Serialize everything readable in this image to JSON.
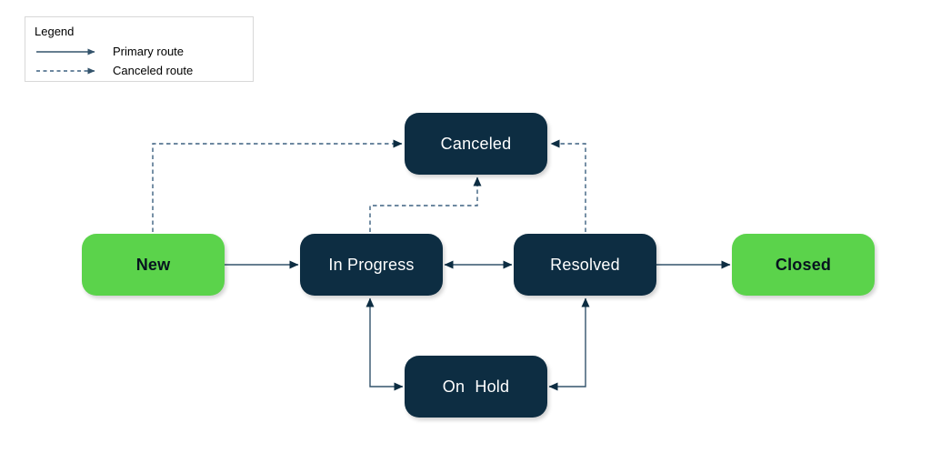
{
  "diagram": {
    "type": "state-flow",
    "legend": {
      "title": "Legend",
      "items": [
        {
          "label": "Primary route",
          "line_style": "solid"
        },
        {
          "label": "Canceled route",
          "line_style": "dashed"
        }
      ]
    },
    "nodes": [
      {
        "id": "new",
        "label": "New",
        "color": "green"
      },
      {
        "id": "in-progress",
        "label": "In Progress",
        "color": "navy"
      },
      {
        "id": "resolved",
        "label": "Resolved",
        "color": "navy"
      },
      {
        "id": "closed",
        "label": "Closed",
        "color": "green"
      },
      {
        "id": "canceled",
        "label": "Canceled",
        "color": "navy"
      },
      {
        "id": "on-hold",
        "label": "On Hold",
        "color": "navy"
      }
    ],
    "edges": [
      {
        "from": "New",
        "to": "In Progress",
        "route": "primary",
        "bidirectional": false
      },
      {
        "from": "In Progress",
        "to": "Resolved",
        "route": "primary",
        "bidirectional": true
      },
      {
        "from": "Resolved",
        "to": "Closed",
        "route": "primary",
        "bidirectional": false
      },
      {
        "from": "In Progress",
        "to": "On Hold",
        "route": "primary",
        "bidirectional": true
      },
      {
        "from": "On Hold",
        "to": "Resolved",
        "route": "primary",
        "bidirectional": true
      },
      {
        "from": "New",
        "to": "Canceled",
        "route": "canceled",
        "bidirectional": false
      },
      {
        "from": "In Progress",
        "to": "Canceled",
        "route": "canceled",
        "bidirectional": false
      },
      {
        "from": "Resolved",
        "to": "Canceled",
        "route": "canceled",
        "bidirectional": false
      }
    ],
    "colors": {
      "node_navy": "#0d2d42",
      "node_green": "#5bd34b",
      "primary_route": "#33536b",
      "canceled_route": "#3d6080",
      "background": "#ffffff"
    }
  }
}
